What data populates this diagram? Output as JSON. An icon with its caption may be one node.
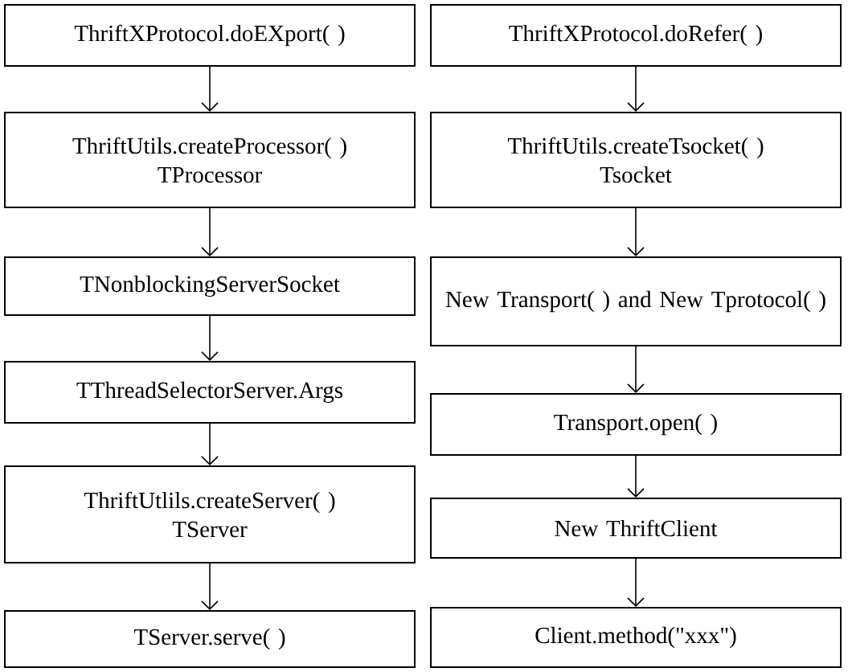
{
  "diagram": {
    "nodes": [
      {
        "text": [
          "ThriftXProtocol.doEXport( )"
        ]
      },
      {
        "text": [
          "ThriftUtils.createProcessor( )",
          "TProcessor"
        ]
      },
      {
        "text": [
          "TNonblockingServerSocket"
        ]
      },
      {
        "text": [
          "TThreadSelectorServer.Args"
        ]
      },
      {
        "text": [
          "ThriftUtlils.createServer( )",
          "TServer"
        ]
      },
      {
        "text": [
          "TServer.serve( )"
        ]
      },
      {
        "text": [
          "ThriftXProtocol.doRefer( )"
        ]
      },
      {
        "text": [
          "ThriftUtils.createTsocket( )",
          "Tsocket"
        ]
      },
      {
        "text": [
          "New Transport( ) and New Tprotocol( )"
        ]
      },
      {
        "text": [
          "Transport.open( )"
        ]
      },
      {
        "text": [
          "New ThriftClient"
        ]
      },
      {
        "text": [
          "Client.method(\"xxx\")"
        ]
      }
    ],
    "edges": [
      {
        "from": 0,
        "to": 1,
        "arrow": "to"
      },
      {
        "from": 1,
        "to": 2,
        "arrow": "to"
      },
      {
        "from": 2,
        "to": 3,
        "arrow": "to"
      },
      {
        "from": 3,
        "to": 4,
        "arrow": "to"
      },
      {
        "from": 4,
        "to": 5,
        "arrow": "to"
      },
      {
        "from": 6,
        "to": 7,
        "arrow": "to"
      },
      {
        "from": 7,
        "to": 8,
        "arrow": "to"
      },
      {
        "from": 8,
        "to": 9,
        "arrow": "to"
      },
      {
        "from": 9,
        "to": 10,
        "arrow": "to"
      },
      {
        "from": 10,
        "to": 11,
        "arrow": "to"
      }
    ]
  }
}
